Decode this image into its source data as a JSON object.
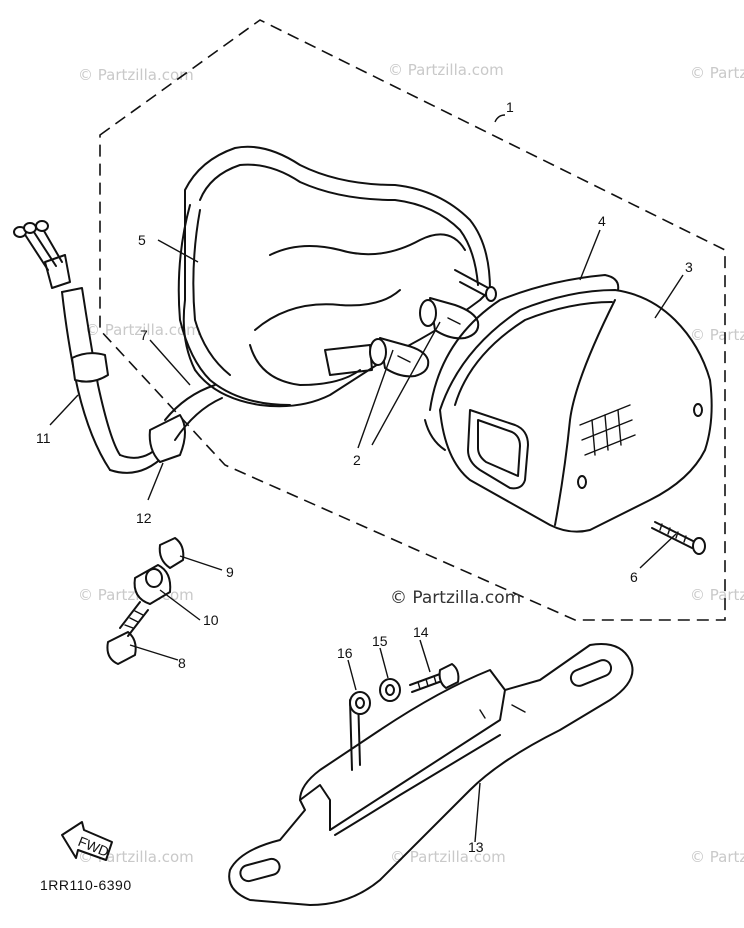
{
  "diagram": {
    "callouts": [
      {
        "id": "c1",
        "text": "1"
      },
      {
        "id": "c2",
        "text": "2"
      },
      {
        "id": "c3",
        "text": "3"
      },
      {
        "id": "c4",
        "text": "4"
      },
      {
        "id": "c5",
        "text": "5"
      },
      {
        "id": "c6",
        "text": "6"
      },
      {
        "id": "c7",
        "text": "7"
      },
      {
        "id": "c8",
        "text": "8"
      },
      {
        "id": "c9",
        "text": "9"
      },
      {
        "id": "c10",
        "text": "10"
      },
      {
        "id": "c11",
        "text": "11"
      },
      {
        "id": "c12",
        "text": "12"
      },
      {
        "id": "c13",
        "text": "13"
      },
      {
        "id": "c14",
        "text": "14"
      },
      {
        "id": "c15",
        "text": "15"
      },
      {
        "id": "c16",
        "text": "16"
      }
    ],
    "fwd_label": "FWD",
    "diagram_code": "1RR110-6390",
    "watermark": "© Partzilla.com"
  },
  "colors": {
    "ink": "#111111",
    "watermark": "#c9c9c9",
    "background": "#ffffff"
  }
}
